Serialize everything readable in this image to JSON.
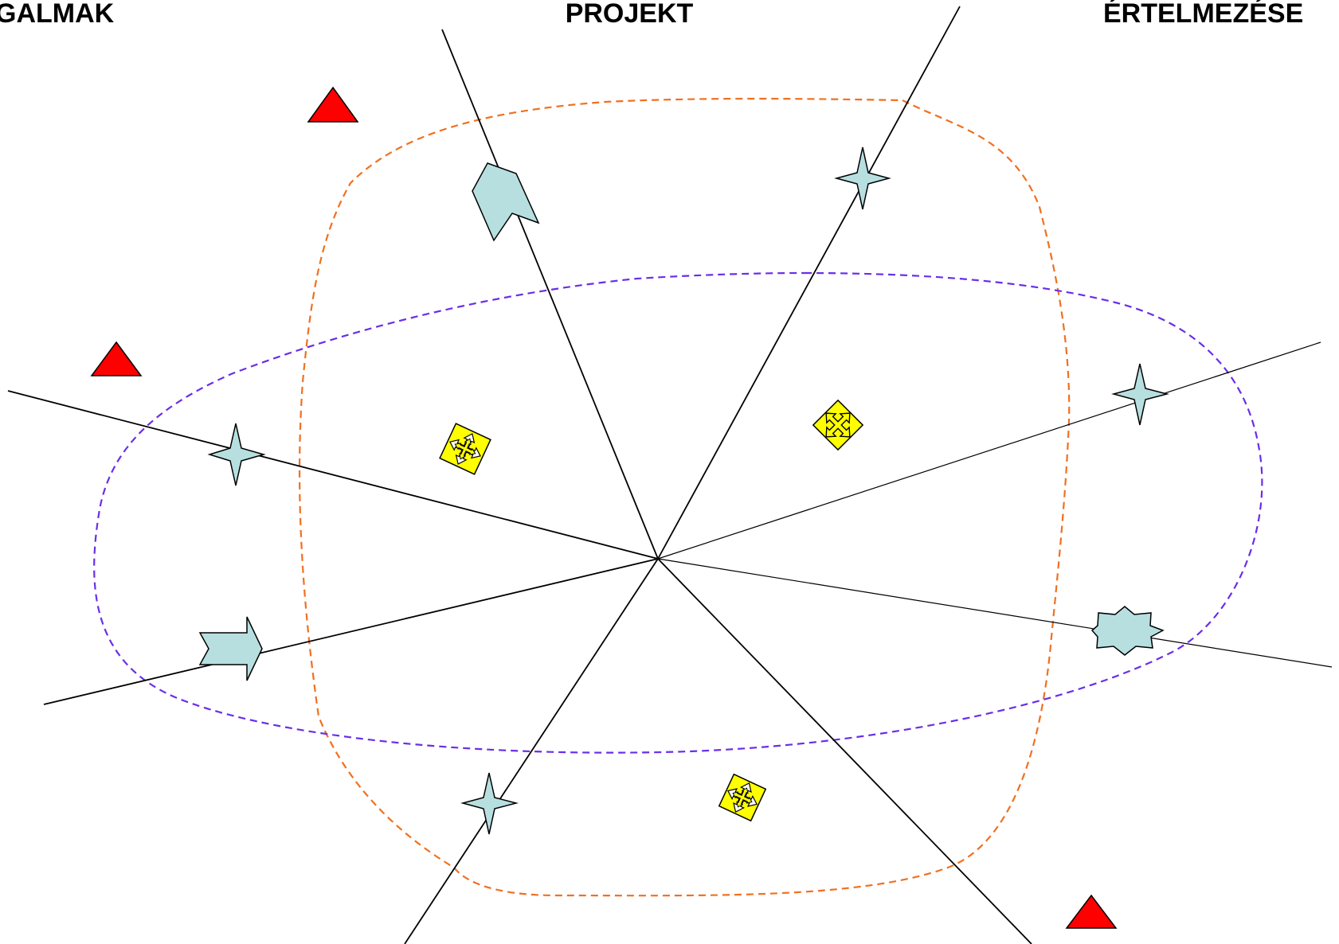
{
  "headings": {
    "left": "GALMAK",
    "center": "PROJEKT",
    "right": "ÉRTELMEZÉSE"
  },
  "colors": {
    "background": "#ffffff",
    "axis_line": "#000000",
    "orange_dashed_curve": "#f07020",
    "purple_dashed_curve": "#6a2ee8",
    "red_triangle": "#ff0000",
    "light_blue_shape": "#b7dfe0",
    "yellow_arrow_icon": "#ffff00"
  },
  "icons": {
    "triangle": "red-triangle-icon",
    "four_point_star": "four-point-star-icon",
    "notched_arrow": "block-arrow-icon",
    "seal": "star-seal-icon",
    "move": "four-way-arrow-icon"
  }
}
